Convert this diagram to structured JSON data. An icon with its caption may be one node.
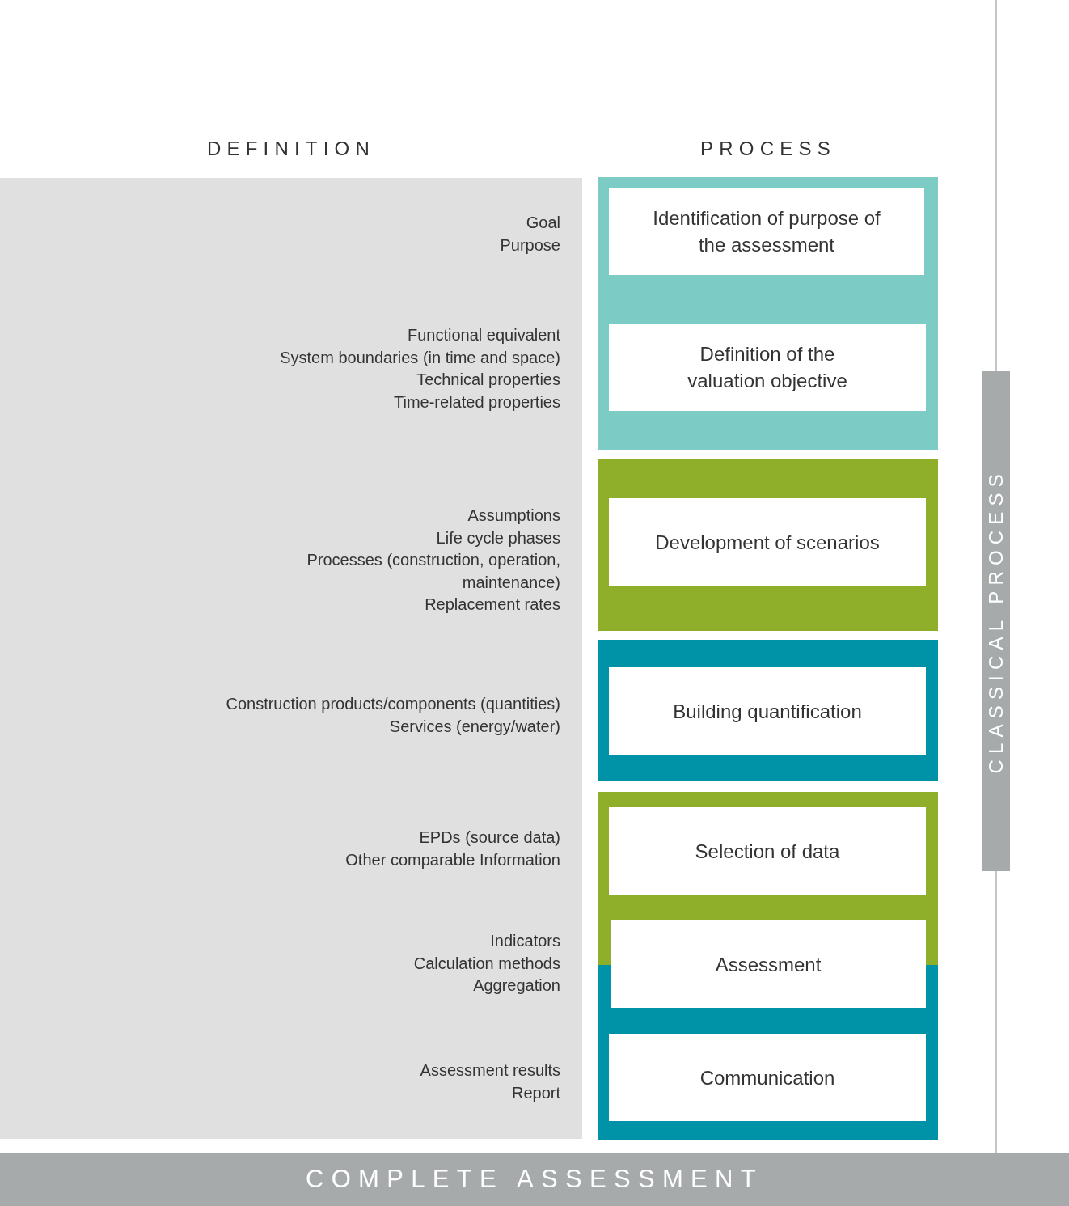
{
  "diagram": {
    "nodes": [
      {
        "text": [
          "Goal",
          "Purpose",
          "Functional equivalent",
          "System boundaries (in time and space)",
          "Technical properties",
          "Time-related properties",
          "Assumptions",
          "Life cycle phases",
          "Processes (construction, operation, maintenance)",
          "Replacement rates",
          "Construction products/components (quantities)",
          "Services (energy/water)",
          "EPDs (source data)",
          "Other comparable Information",
          "Indicators",
          "Calculation methods",
          "Aggregation",
          "Assessment results",
          "Report"
        ]
      },
      {
        "text": [],
        "shape": "box"
      },
      {
        "text": [
          "Identification of purpose of the assessment"
        ],
        "in": 1
      },
      {
        "text": [
          "Definition of the valuation objective"
        ],
        "in": 1
      },
      {
        "text": [],
        "shape": "box"
      },
      {
        "text": [
          "Development of scenarios"
        ],
        "in": 4
      },
      {
        "text": [],
        "shape": "box"
      },
      {
        "text": [
          "Building quantification"
        ],
        "in": 6
      },
      {
        "text": [],
        "shape": "box"
      },
      {
        "text": [
          "Selection of data"
        ],
        "in": 8
      },
      {
        "text": [
          "Assessment"
        ],
        "in": 8
      },
      {
        "text": [
          "Communication"
        ],
        "in": 8
      },
      {
        "text": [
          "CLASSICAL PROCESS"
        ]
      },
      {
        "text": [
          "COMPLETE ASSESSMENT"
        ]
      }
    ],
    "labels": [
      "DEFINITION",
      "PROCESS"
    ]
  }
}
